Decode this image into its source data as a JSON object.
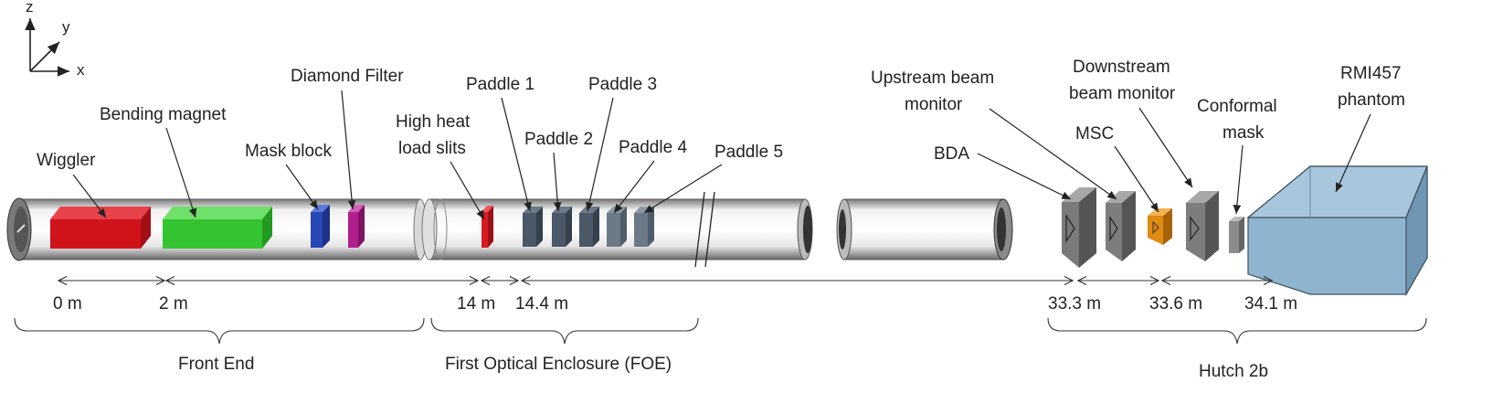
{
  "axes": {
    "z": "z",
    "y": "y",
    "x": "x"
  },
  "components": {
    "wiggler": "Wiggler",
    "bending_magnet": "Bending magnet",
    "mask_block": "Mask block",
    "diamond_filter": "Diamond Filter",
    "high_heat_load_slits": [
      "High heat",
      "load slits"
    ],
    "paddle_1": "Paddle 1",
    "paddle_2": "Paddle 2",
    "paddle_3": "Paddle 3",
    "paddle_4": "Paddle 4",
    "paddle_5": "Paddle 5",
    "bda": "BDA",
    "upstream_beam_monitor": [
      "Upstream beam",
      "monitor"
    ],
    "msc": "MSC",
    "downstream_beam_monitor": [
      "Downstream",
      "beam monitor"
    ],
    "conformal_mask": [
      "Conformal",
      "mask"
    ],
    "phantom": [
      "RMI457",
      "phantom"
    ]
  },
  "distances": [
    "0 m",
    "2 m",
    "14 m",
    "14.4 m",
    "33.3 m",
    "33.6 m",
    "34.1 m"
  ],
  "sections": [
    "Front End",
    "First Optical Enclosure (FOE)",
    "Hutch 2b"
  ],
  "colors": {
    "wiggler": "#d0121b",
    "bending_magnet": "#35c431",
    "mask_block": "#2747b5",
    "diamond_filter": "#b21e8e",
    "slits": "#d81a22",
    "paddles_dark": "#4a5868",
    "paddles_light": "#6c7a88",
    "msc": "#e08a10",
    "phantom": "#8fb4cf"
  }
}
